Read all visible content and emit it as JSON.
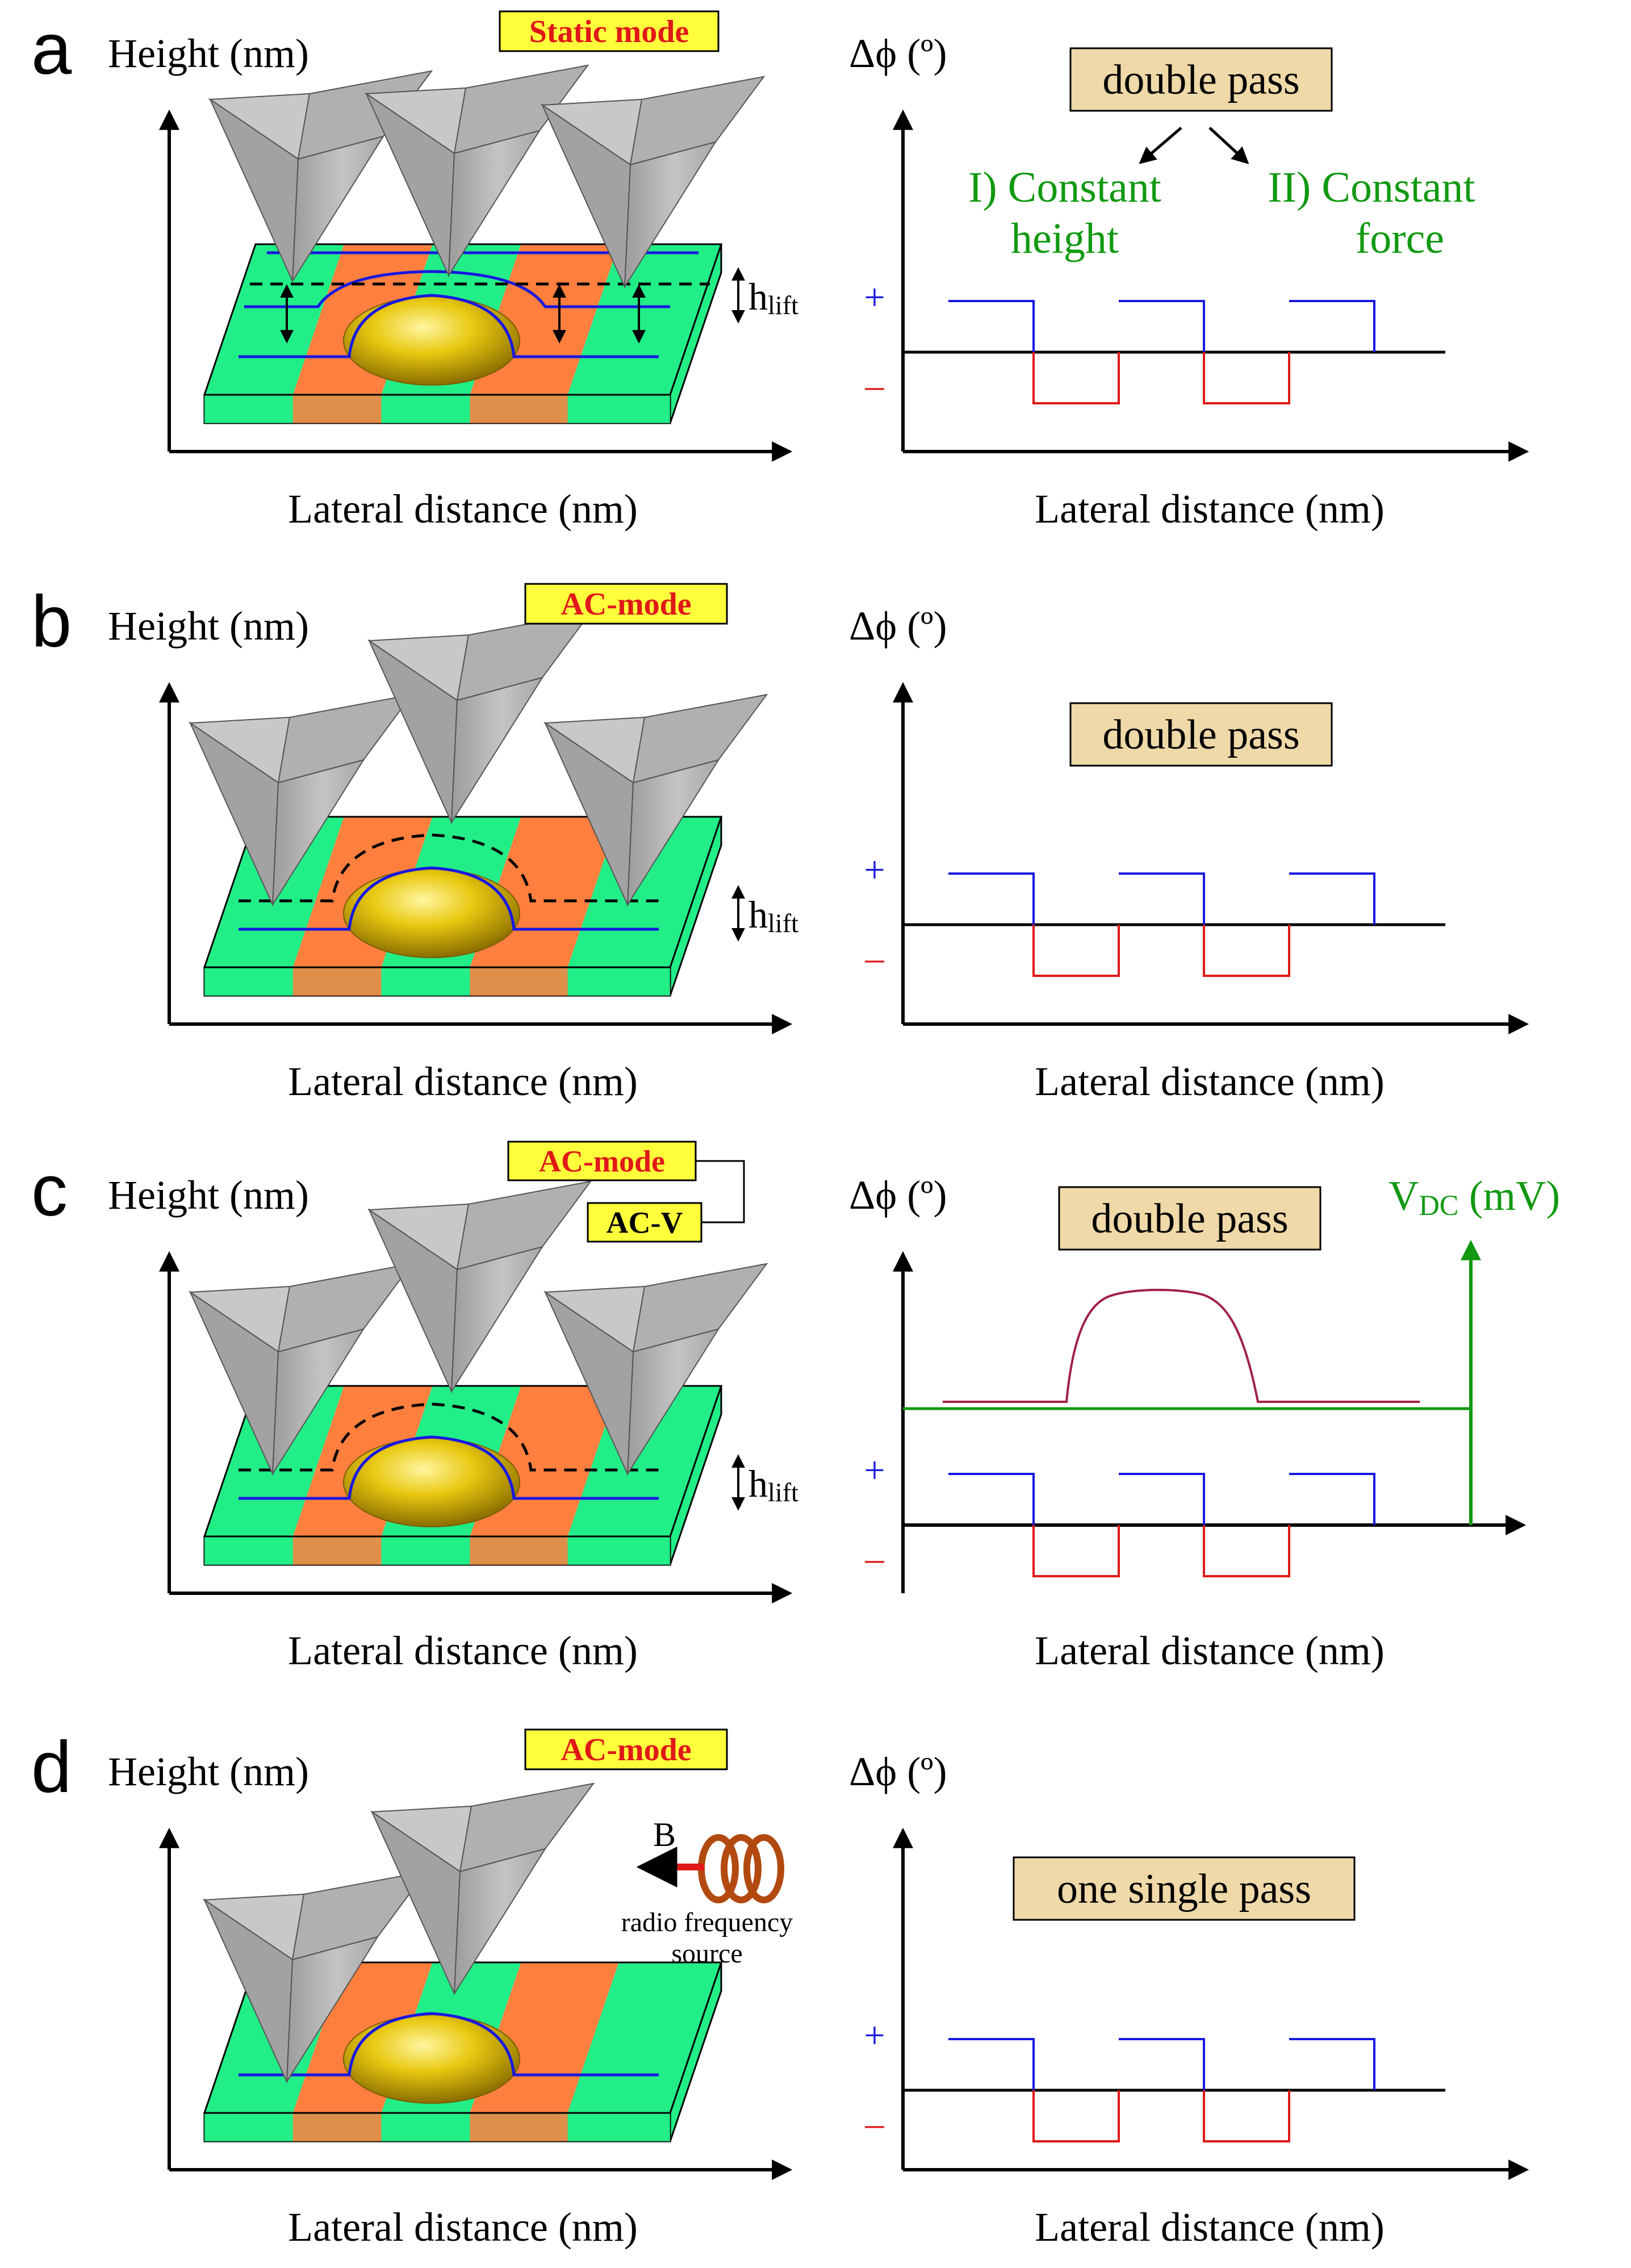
{
  "figure": {
    "panels": [
      {
        "label": "a",
        "left_ylabel": "Height (nm)",
        "left_xlabel": "Lateral distance (nm)",
        "mode_labels": [
          "Static mode"
        ],
        "lift_label": "h",
        "lift_sub": "lift",
        "right_ylabel": "Δϕ (º)",
        "right_xlabel": "Lateral distance (nm)",
        "pass_label": "double pass",
        "options": [
          {
            "line1": "I) Constant",
            "line2": "height"
          },
          {
            "line1": "II) Constant",
            "line2": "force"
          }
        ],
        "plus": "+",
        "minus": "–"
      },
      {
        "label": "b",
        "left_ylabel": "Height (nm)",
        "left_xlabel": "Lateral distance (nm)",
        "mode_labels": [
          "AC-mode"
        ],
        "lift_label": "h",
        "lift_sub": "lift",
        "right_ylabel": "Δϕ (º)",
        "right_xlabel": "Lateral distance (nm)",
        "pass_label": "double pass",
        "plus": "+",
        "minus": "–"
      },
      {
        "label": "c",
        "left_ylabel": "Height (nm)",
        "left_xlabel": "Lateral distance (nm)",
        "mode_labels": [
          "AC-mode",
          "AC-V"
        ],
        "lift_label": "h",
        "lift_sub": "lift",
        "right_ylabel": "Δϕ (º)",
        "right_xlabel": "Lateral distance (nm)",
        "pass_label": "double pass",
        "secondary_axis": {
          "label": "V",
          "sub": "DC",
          "unit": " (mV)"
        },
        "plus": "+",
        "minus": "–"
      },
      {
        "label": "d",
        "left_ylabel": "Height (nm)",
        "left_xlabel": "Lateral distance (nm)",
        "mode_labels": [
          "AC-mode"
        ],
        "field_label": "B",
        "source_label": [
          "radio frequency",
          "source"
        ],
        "right_ylabel": "Δϕ (º)",
        "right_xlabel": "Lateral distance (nm)",
        "pass_label": "one single pass",
        "plus": "+",
        "minus": "–"
      }
    ],
    "colors": {
      "stripe_green": "#22ee88",
      "stripe_orange": "#ff7f3f",
      "particle": "#d9b800",
      "tip": "#b4b4b4",
      "blue_trace": "#1818e0",
      "red_trace": "#e01818",
      "green_axis": "#119911",
      "vdc_curve": "#a0204a",
      "mode_box": "#ffff3c",
      "mode_text": "#e01818",
      "pass_box": "#efd9a8",
      "option_text": "#119911",
      "coil": "#b24a10"
    }
  }
}
